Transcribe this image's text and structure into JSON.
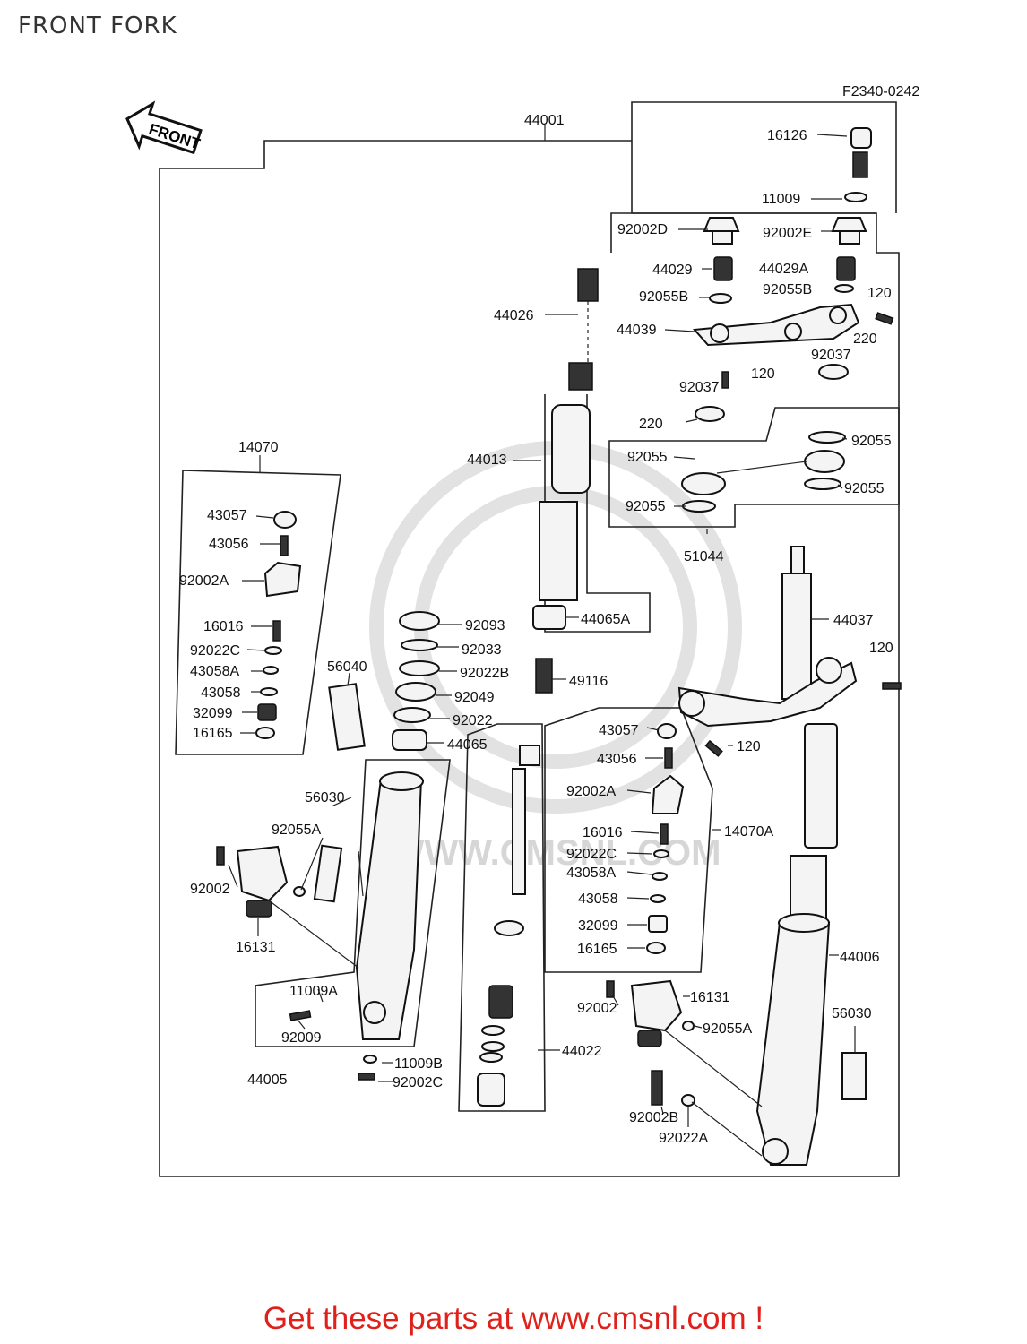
{
  "page": {
    "title": "FRONT FORK",
    "cta": "Get these parts at www.cmsnl.com !",
    "diagram_code": "F2340-0242",
    "front_arrow": "FRONT",
    "watermark_text": "WWW.CMSNL.COM"
  },
  "parts": {
    "p44001": "44001",
    "p16126": "16126",
    "p11009": "11009",
    "p92002D": "92002D",
    "p92002E": "92002E",
    "p44029": "44029",
    "p44029A": "44029A",
    "p92055B_l": "92055B",
    "p92055B_r": "92055B",
    "p120_a": "120",
    "p44026": "44026",
    "p44039": "44039",
    "p220_a": "220",
    "p92037_a": "92037",
    "p120_b": "120",
    "p92037_b": "92037",
    "p220_b": "220",
    "p44013": "44013",
    "p92055_a": "92055",
    "p92055_b": "92055",
    "p92055_c": "92055",
    "p92055_d": "92055",
    "p51044": "51044",
    "p14070": "14070",
    "p43057": "43057",
    "p43056": "43056",
    "p92002A": "92002A",
    "p16016": "16016",
    "p92022C": "92022C",
    "p43058A": "43058A",
    "p43058": "43058",
    "p32099": "32099",
    "p16165": "16165",
    "p56040": "56040",
    "p92093": "92093",
    "p92033": "92033",
    "p92022B": "92022B",
    "p92049": "92049",
    "p92022": "92022",
    "p44065": "44065",
    "p44065A": "44065A",
    "p49116": "49116",
    "p44037": "44037",
    "p120_c": "120",
    "p120_d": "120",
    "p43057b": "43057",
    "p43056b": "43056",
    "p92002Ab": "92002A",
    "p16016b": "16016",
    "p14070A": "14070A",
    "p92022Cb": "92022C",
    "p43058Ab": "43058A",
    "p43058b": "43058",
    "p32099b": "32099",
    "p16165b": "16165",
    "p56030": "56030",
    "p92055A": "92055A",
    "p92002": "92002",
    "p16131": "16131",
    "p11009A": "11009A",
    "p92009": "92009",
    "p44005": "44005",
    "p11009B": "11009B",
    "p92002Cb": "92002C",
    "p44022": "44022",
    "p44006": "44006",
    "p16131b": "16131",
    "p92002b": "92002",
    "p92055Ab": "92055A",
    "p56030b": "56030",
    "p92002B": "92002B",
    "p92022A": "92022A"
  }
}
